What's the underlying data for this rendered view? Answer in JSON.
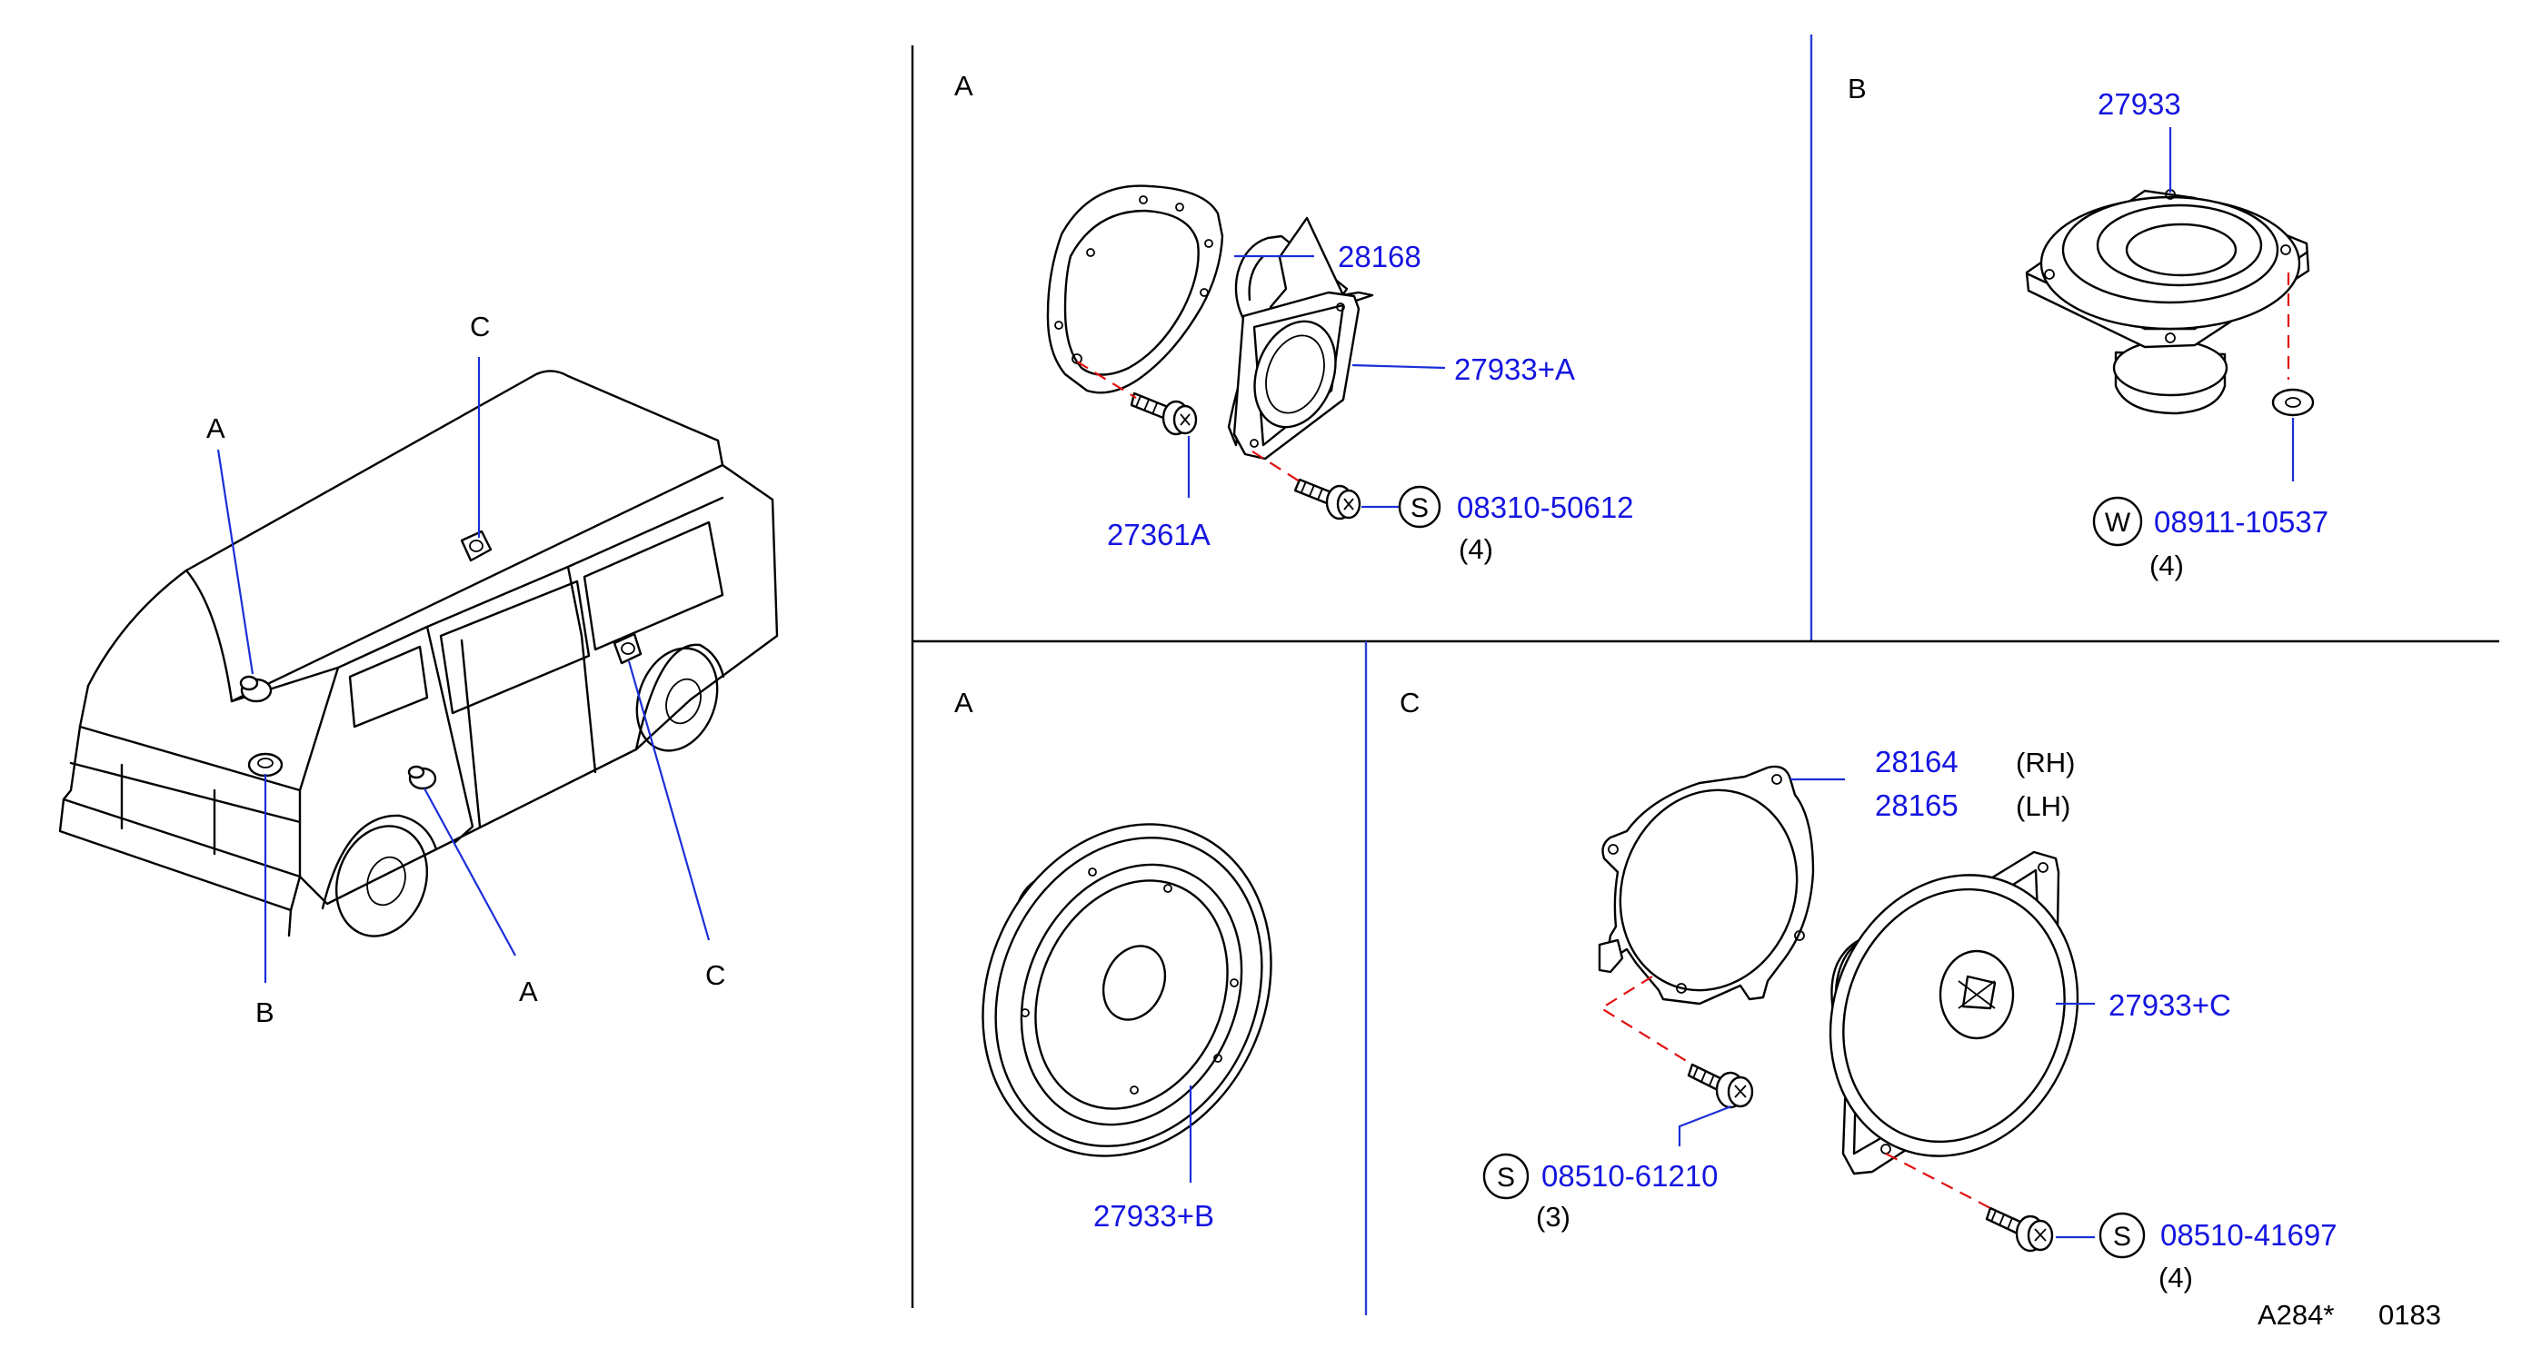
{
  "van_view": {
    "callouts": [
      {
        "id": "a-upper",
        "label": "A"
      },
      {
        "id": "c-upper",
        "label": "C"
      },
      {
        "id": "b-lower",
        "label": "B"
      },
      {
        "id": "a-lower",
        "label": "A"
      },
      {
        "id": "c-lower",
        "label": "C"
      }
    ]
  },
  "panels": {
    "a_top": {
      "title": "A",
      "parts": {
        "p28168": "28168",
        "p27933a": "27933+A",
        "p27361a": "27361A",
        "p08310": "08310-50612",
        "p08310_symbol": "S",
        "p08310_qty": "(4)"
      }
    },
    "b": {
      "title": "B",
      "parts": {
        "p27933": "27933",
        "p08911": "08911-10537",
        "p08911_symbol": "W",
        "p08911_qty": "(4)"
      }
    },
    "a_bottom": {
      "title": "A",
      "parts": {
        "p27933b": "27933+B"
      }
    },
    "c": {
      "title": "C",
      "parts": {
        "p28164": "28164",
        "p28164_side": "(RH)",
        "p28165": "28165",
        "p28165_side": "(LH)",
        "p27933c": "27933+C",
        "p08510_61210": "08510-61210",
        "p08510_61210_symbol": "S",
        "p08510_61210_qty": "(3)",
        "p08510_41697": "08510-41697",
        "p08510_41697_symbol": "S",
        "p08510_41697_qty": "(4)"
      }
    }
  },
  "footer": {
    "code": "A284*",
    "number": "0183"
  },
  "colors": {
    "part_number": "#1515e0",
    "leader": "#1a2fd8",
    "dashed_guide": "#e01010",
    "line": "#000000"
  }
}
